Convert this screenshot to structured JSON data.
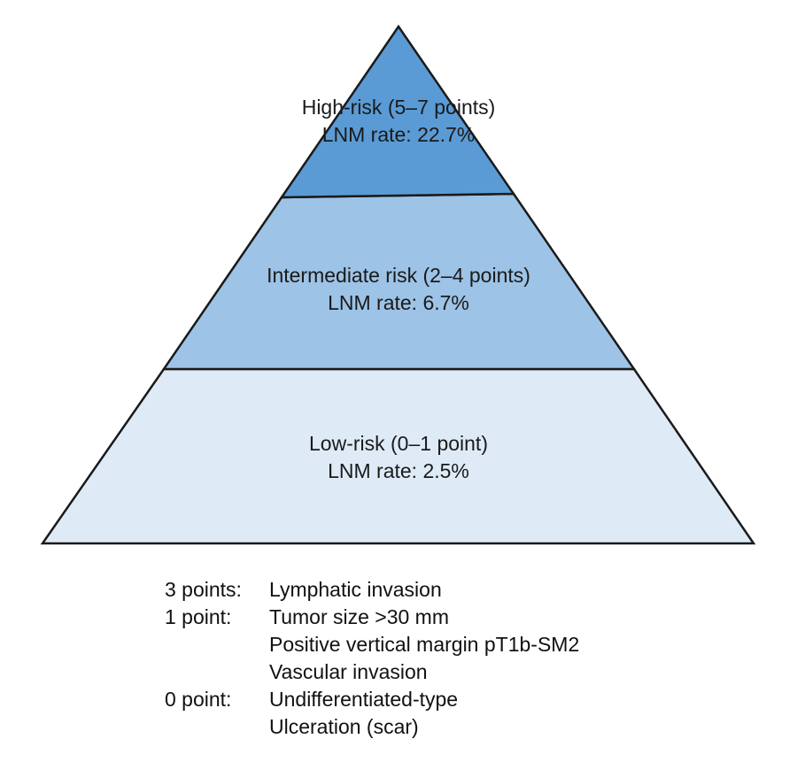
{
  "tiers": [
    {
      "name": "High-risk (5–7 points)",
      "rate": "LNM rate: 22.7%",
      "color": "#5b9bd5"
    },
    {
      "name": "Intermediate risk (2–4 points)",
      "rate": "LNM rate: 6.7%",
      "color": "#9dc3e6"
    },
    {
      "name": "Low-risk (0–1 point)",
      "rate": "LNM rate: 2.5%",
      "color": "#deebf7"
    }
  ],
  "outline_color": "#1a1a1a",
  "legend": [
    {
      "points": "3 points:",
      "criteria": [
        "Lymphatic invasion"
      ]
    },
    {
      "points": "1 point:",
      "criteria": [
        "Tumor size >30 mm",
        "Positive vertical margin pT1b-SM2",
        "Vascular invasion"
      ]
    },
    {
      "points": "0 point:",
      "criteria": [
        "Undifferentiated-type",
        "Ulceration (scar)"
      ]
    }
  ]
}
